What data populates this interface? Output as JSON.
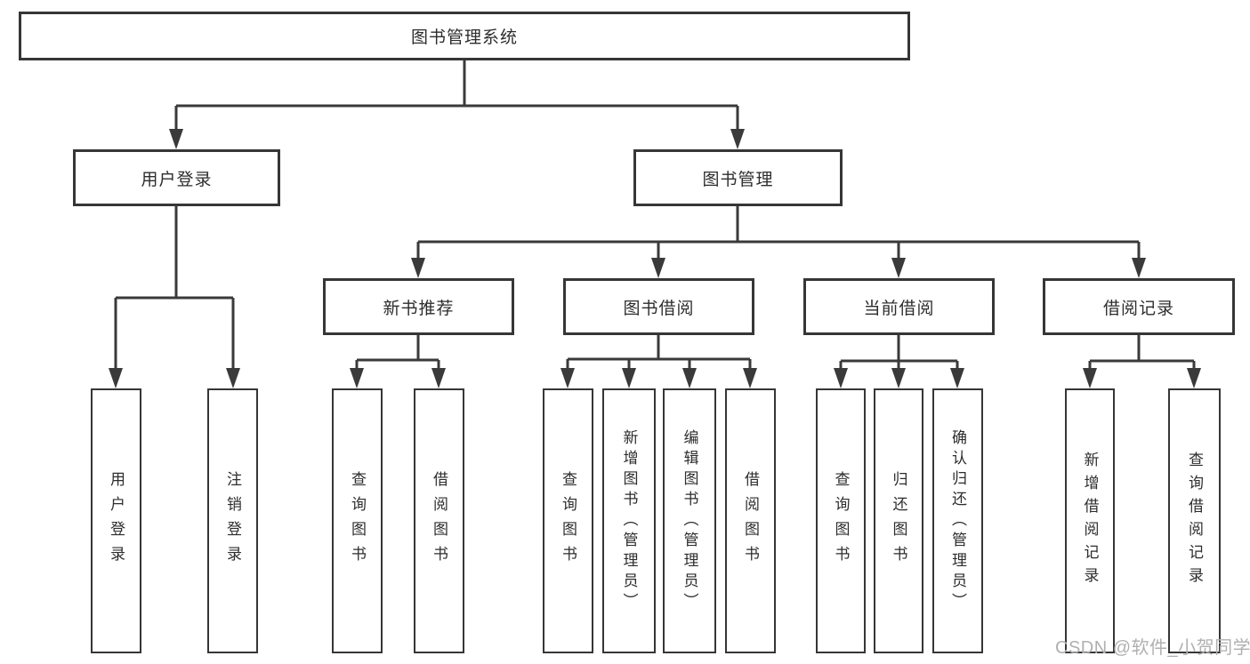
{
  "diagram_title": "图书管理系统",
  "nodes": {
    "root": {
      "label": "图书管理系统"
    },
    "l2": [
      {
        "label": "用户登录"
      },
      {
        "label": "图书管理"
      }
    ],
    "l3": [
      {
        "label": "新书推荐"
      },
      {
        "label": "图书借阅"
      },
      {
        "label": "当前借阅"
      },
      {
        "label": "借阅记录"
      }
    ],
    "leaves": [
      {
        "label": "用户登录"
      },
      {
        "label": "注销登录"
      },
      {
        "label": "查询图书"
      },
      {
        "label": "借阅图书"
      },
      {
        "label": "查询图书"
      },
      {
        "label": "新增图书（管理员）"
      },
      {
        "label": "编辑图书（管理员）"
      },
      {
        "label": "借阅图书"
      },
      {
        "label": "查询图书"
      },
      {
        "label": "归还图书"
      },
      {
        "label": "确认归还（管理员）"
      },
      {
        "label": "新增借阅记录"
      },
      {
        "label": "查询借阅记录"
      }
    ]
  },
  "hierarchy": {
    "图书管理系统": [
      "用户登录",
      "图书管理"
    ],
    "用户登录": [
      "用户登录",
      "注销登录"
    ],
    "图书管理": [
      "新书推荐",
      "图书借阅",
      "当前借阅",
      "借阅记录"
    ],
    "新书推荐": [
      "查询图书",
      "借阅图书"
    ],
    "图书借阅": [
      "查询图书",
      "新增图书（管理员）",
      "编辑图书（管理员）",
      "借阅图书"
    ],
    "当前借阅": [
      "查询图书",
      "归还图书",
      "确认归还（管理员）"
    ],
    "借阅记录": [
      "新增借阅记录",
      "查询借阅记录"
    ]
  },
  "watermark": "CSDN @软件_小贺同学",
  "colors": {
    "line": "#3a3a3a",
    "border": "#363636",
    "text": "#2d2d2d",
    "watermark": "#b0b0b0",
    "background": "#ffffff"
  }
}
